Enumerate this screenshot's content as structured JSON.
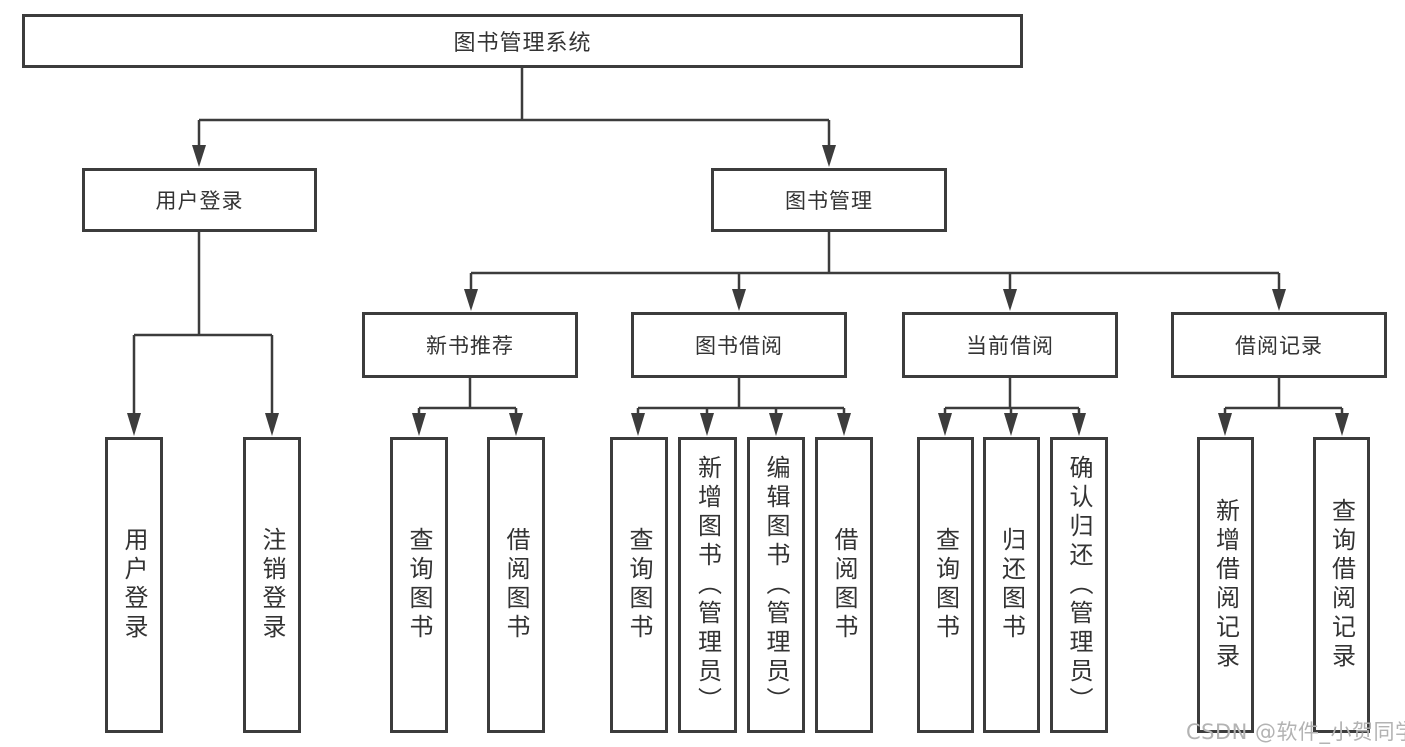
{
  "tree": {
    "root": {
      "label": "图书管理系统"
    },
    "branches": [
      {
        "label": "用户登录",
        "children": [
          {
            "label": "用户登录"
          },
          {
            "label": "注销登录"
          }
        ]
      },
      {
        "label": "图书管理",
        "sections": [
          {
            "label": "新书推荐",
            "children": [
              {
                "label": "查询图书"
              },
              {
                "label": "借阅图书"
              }
            ]
          },
          {
            "label": "图书借阅",
            "children": [
              {
                "label": "查询图书"
              },
              {
                "label": "新增图书（管理员）"
              },
              {
                "label": "编辑图书（管理员）"
              },
              {
                "label": "借阅图书"
              }
            ]
          },
          {
            "label": "当前借阅",
            "children": [
              {
                "label": "查询图书"
              },
              {
                "label": "归还图书"
              },
              {
                "label": "确认归还（管理员）"
              }
            ]
          },
          {
            "label": "借阅记录",
            "children": [
              {
                "label": "新增借阅记录"
              },
              {
                "label": "查询借阅记录"
              }
            ]
          }
        ]
      }
    ]
  },
  "watermark": {
    "text": "CSDN @软件_小贺同学"
  },
  "colors": {
    "line": "#3c3c3c",
    "text": "#333333",
    "background": "#ffffff",
    "watermark": "#b3b3b3"
  }
}
